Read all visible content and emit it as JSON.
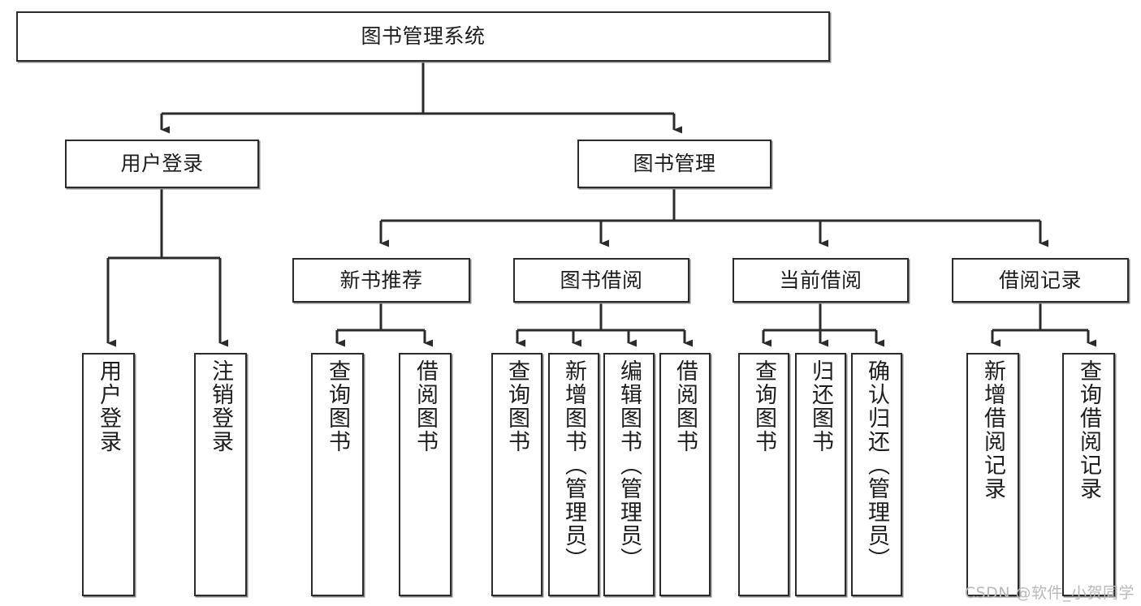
{
  "diagram": {
    "title": "图书管理系统",
    "watermark": "CSDN @软件_小贺同学",
    "colors": {
      "background": "#ffffff",
      "box_border": "#2b2b2b",
      "box_shadow": "#8a8a8a",
      "edge": "#2b2b2b",
      "text": "#1d1d1d",
      "watermark": "#b9b9b9"
    },
    "nodes": {
      "root": {
        "label": "图书管理系统"
      },
      "level2": [
        {
          "label": "用户登录"
        },
        {
          "label": "图书管理"
        }
      ],
      "level3": [
        {
          "label": "新书推荐"
        },
        {
          "label": "图书借阅"
        },
        {
          "label": "当前借阅"
        },
        {
          "label": "借阅记录"
        }
      ],
      "leaves": {
        "user_login": [
          {
            "label": "用户登录"
          },
          {
            "label": "注销登录"
          }
        ],
        "new_book_recommend": [
          {
            "label": "查询图书"
          },
          {
            "label": "借阅图书"
          }
        ],
        "book_borrow": [
          {
            "label": "查询图书"
          },
          {
            "label": "新增图书（管理员）"
          },
          {
            "label": "编辑图书（管理员）"
          },
          {
            "label": "借阅图书"
          }
        ],
        "current_borrow": [
          {
            "label": "查询图书"
          },
          {
            "label": "归还图书"
          },
          {
            "label": "确认归还（管理员）"
          }
        ],
        "borrow_record": [
          {
            "label": "新增借阅记录"
          },
          {
            "label": "查询借阅记录"
          }
        ]
      }
    }
  }
}
